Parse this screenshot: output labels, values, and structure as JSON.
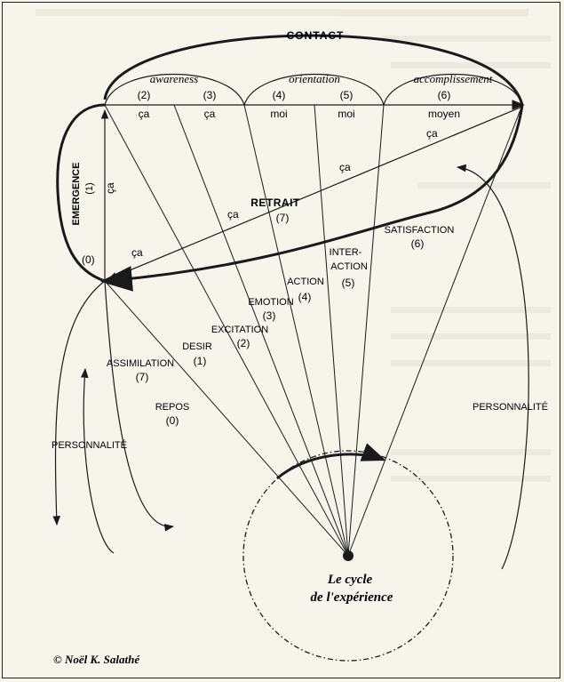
{
  "title": "CONTACT",
  "phases": {
    "awareness": "awareness",
    "orientation": "orientation",
    "accomplissement": "accomplissement"
  },
  "top_numbers": [
    "(2)",
    "(3)",
    "(4)",
    "(5)",
    "(6)"
  ],
  "top_words": [
    "ça",
    "ça",
    "moi",
    "moi",
    "moyen"
  ],
  "cross_labels": {
    "ca1": "ça",
    "ca2": "ça",
    "ca3": "ça",
    "ca4": "ça",
    "ca_vert": "ça"
  },
  "emergence": {
    "label": "EMERGENCE",
    "num": "(1)"
  },
  "retrait": {
    "label": "RETRAIT",
    "num": "(7)"
  },
  "satisfaction": {
    "label": "SATISFACTION",
    "num": "(6)"
  },
  "interaction": {
    "line1": "INTER-",
    "line2": "ACTION",
    "num": "(5)"
  },
  "action": {
    "label": "ACTION",
    "num": "(4)"
  },
  "emotion": {
    "label": "EMOTION",
    "num": "(3)"
  },
  "excitation": {
    "label": "EXCITATION",
    "num": "(2)"
  },
  "desir": {
    "label": "DESIR",
    "num": "(1)"
  },
  "assimilation": {
    "label": "ASSIMILATION",
    "num": "(7)"
  },
  "repos": {
    "label": "REPOS",
    "num": "(0)"
  },
  "zero_node": "(0)",
  "personnalite_left": "PERSONNALITÉ",
  "personnalite_right": "PERSONNALITÉ",
  "cycle": {
    "line1": "Le cycle",
    "line2": "de l'expérience"
  },
  "copyright": "© Noël K. Salathé"
}
